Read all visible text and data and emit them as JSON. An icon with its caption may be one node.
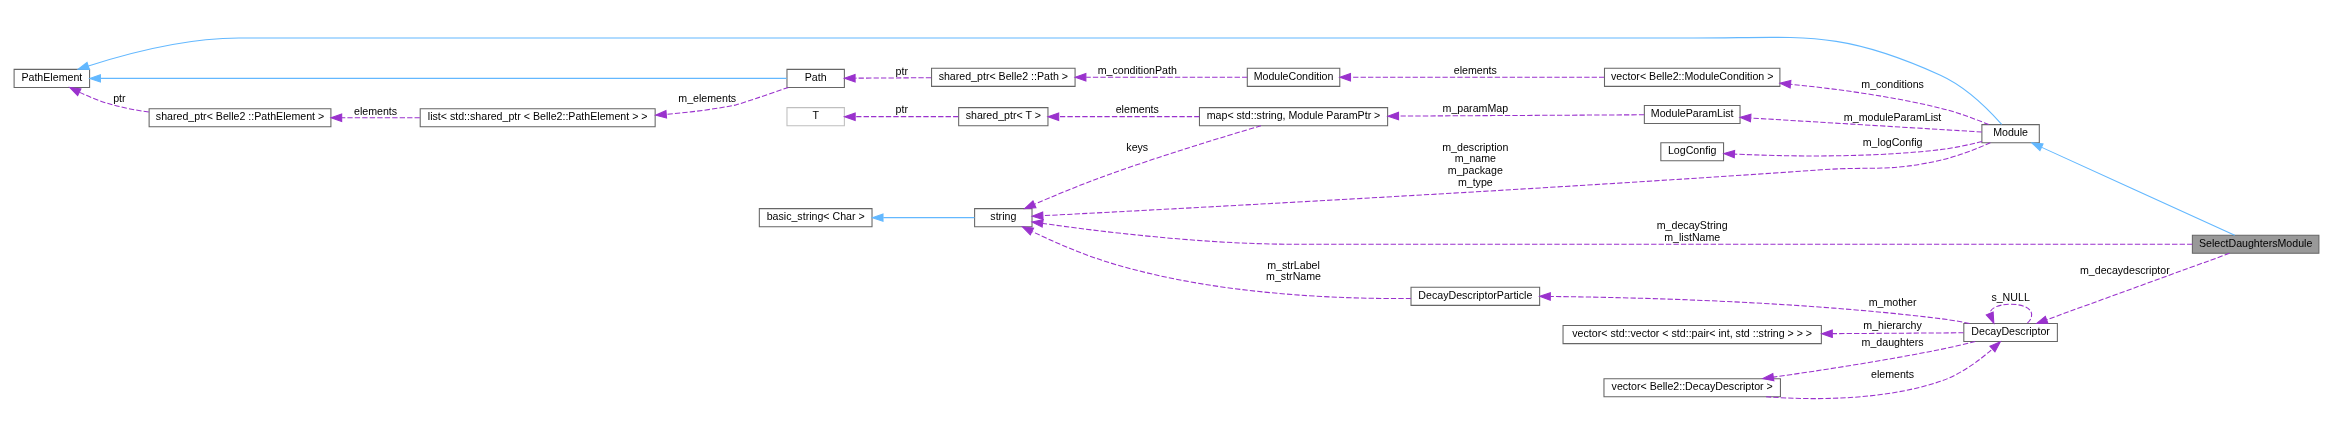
{
  "diagram": {
    "nodes": [
      {
        "text": [
          "PathElement"
        ]
      },
      {
        "text": [
          "shared_ptr< Belle2 ::PathElement >"
        ]
      },
      {
        "text": [
          "list< std::shared_ptr < Belle2::PathElement > >"
        ]
      },
      {
        "text": [
          "Path"
        ]
      },
      {
        "text": [
          "shared_ptr< Belle2 ::Path >"
        ]
      },
      {
        "text": [
          "ModuleCondition"
        ]
      },
      {
        "text": [
          "vector< Belle2::ModuleCondition >"
        ]
      },
      {
        "text": [
          "T"
        ]
      },
      {
        "text": [
          "shared_ptr< T >"
        ]
      },
      {
        "text": [
          "map< std::string, Module ParamPtr >"
        ]
      },
      {
        "text": [
          "ModuleParamList"
        ]
      },
      {
        "text": [
          "Module"
        ]
      },
      {
        "text": [
          "LogConfig"
        ]
      },
      {
        "text": [
          "basic_string< Char >"
        ]
      },
      {
        "text": [
          "string"
        ]
      },
      {
        "text": [
          "SelectDaughtersModule"
        ]
      },
      {
        "text": [
          "DecayDescriptorParticle"
        ]
      },
      {
        "text": [
          "DecayDescriptor"
        ]
      },
      {
        "text": [
          "vector< std::vector < std::pair< int, std ::string > > >"
        ]
      },
      {
        "text": [
          "vector< Belle2::DecayDescriptor >"
        ]
      }
    ],
    "edges": [
      {
        "from": 3,
        "to": 0,
        "arrow": "to",
        "color": "#63b8ff"
      },
      {
        "from": 11,
        "to": 0,
        "arrow": "to",
        "color": "#63b8ff"
      },
      {
        "from": 1,
        "to": 0,
        "arrow": "to",
        "label": "ptr",
        "style": "dashed"
      },
      {
        "from": 2,
        "to": 1,
        "arrow": "to",
        "label": "elements",
        "style": "dashed"
      },
      {
        "from": 3,
        "to": 2,
        "arrow": "to",
        "label": "m_elements",
        "style": "dashed"
      },
      {
        "from": 4,
        "to": 3,
        "arrow": "to",
        "label": "ptr",
        "style": "dashed"
      },
      {
        "from": 5,
        "to": 4,
        "arrow": "to",
        "label": "m_conditionPath",
        "style": "dashed"
      },
      {
        "from": 6,
        "to": 5,
        "arrow": "to",
        "label": "elements",
        "style": "dashed"
      },
      {
        "from": 11,
        "to": 6,
        "arrow": "to",
        "label": "m_conditions",
        "style": "dashed"
      },
      {
        "from": 8,
        "to": 7,
        "arrow": "to",
        "label": "ptr",
        "style": "dashed"
      },
      {
        "from": 9,
        "to": 8,
        "arrow": "to",
        "label": "elements",
        "style": "dashed"
      },
      {
        "from": 10,
        "to": 9,
        "arrow": "to",
        "label": "m_paramMap",
        "style": "dashed"
      },
      {
        "from": 11,
        "to": 10,
        "arrow": "to",
        "label": "m_moduleParamList",
        "style": "dashed"
      },
      {
        "from": 9,
        "to": 14,
        "arrow": "to",
        "label": "keys",
        "style": "dashed"
      },
      {
        "from": 11,
        "to": 14,
        "arrow": "to",
        "label": "m_description m_name m_package m_type",
        "style": "dashed"
      },
      {
        "from": 11,
        "to": 12,
        "arrow": "to",
        "label": "m_logConfig",
        "style": "dashed"
      },
      {
        "from": 14,
        "to": 13,
        "arrow": "to",
        "color": "#63b8ff"
      },
      {
        "from": 15,
        "to": 11,
        "arrow": "to",
        "color": "#63b8ff"
      },
      {
        "from": 15,
        "to": 14,
        "arrow": "to",
        "label": "m_decayString m_listName",
        "style": "dashed"
      },
      {
        "from": 15,
        "to": 17,
        "arrow": "to",
        "label": "m_decaydescriptor",
        "style": "dashed"
      },
      {
        "from": 16,
        "to": 14,
        "arrow": "to",
        "label": "m_strLabel m_strName",
        "style": "dashed"
      },
      {
        "from": 17,
        "to": 16,
        "arrow": "to",
        "label": "m_mother",
        "style": "dashed"
      },
      {
        "from": 17,
        "to": 17,
        "arrow": "to",
        "label": "s_NULL",
        "style": "dashed"
      },
      {
        "from": 17,
        "to": 18,
        "arrow": "to",
        "label": "m_hierarchy",
        "style": "dashed"
      },
      {
        "from": 17,
        "to": 19,
        "arrow": "to",
        "label": "m_daughters",
        "style": "dashed"
      },
      {
        "from": 19,
        "to": 17,
        "arrow": "to",
        "label": "elements",
        "style": "dashed"
      }
    ]
  }
}
